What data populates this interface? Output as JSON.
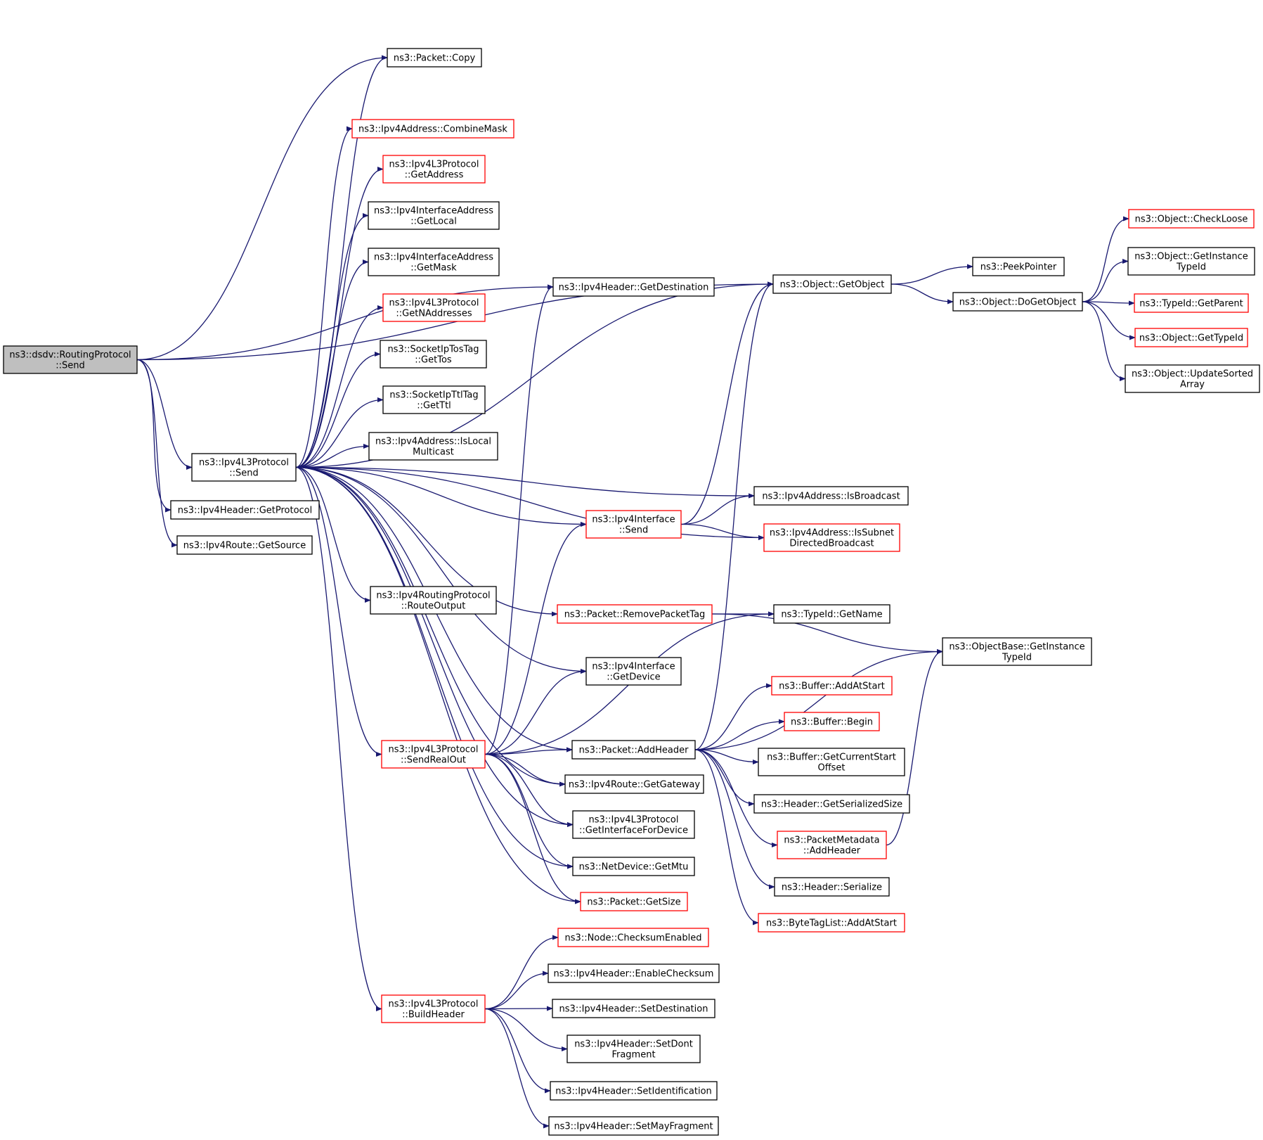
{
  "colors": {
    "edge": "#191970",
    "root_fill": "#bfbfbf",
    "border_complete": "#000000",
    "border_truncated": "#ff0000"
  },
  "nodes": [
    {
      "id": "root",
      "lines": [
        "ns3::dsdv::RoutingProtocol",
        "::Send"
      ],
      "style": "root"
    },
    {
      "id": "l3send",
      "lines": [
        "ns3::Ipv4L3Protocol",
        "::Send"
      ],
      "style": "normal"
    },
    {
      "id": "getproto",
      "lines": [
        "ns3::Ipv4Header::GetProtocol"
      ],
      "style": "normal"
    },
    {
      "id": "getsource",
      "lines": [
        "ns3::Ipv4Route::GetSource"
      ],
      "style": "normal"
    },
    {
      "id": "copy",
      "lines": [
        "ns3::Packet::Copy"
      ],
      "style": "normal"
    },
    {
      "id": "combinemask",
      "lines": [
        "ns3::Ipv4Address::CombineMask"
      ],
      "style": "red"
    },
    {
      "id": "getaddress",
      "lines": [
        "ns3::Ipv4L3Protocol",
        "::GetAddress"
      ],
      "style": "red"
    },
    {
      "id": "getlocal",
      "lines": [
        "ns3::Ipv4InterfaceAddress",
        "::GetLocal"
      ],
      "style": "normal"
    },
    {
      "id": "getmask",
      "lines": [
        "ns3::Ipv4InterfaceAddress",
        "::GetMask"
      ],
      "style": "normal"
    },
    {
      "id": "getnaddr",
      "lines": [
        "ns3::Ipv4L3Protocol",
        "::GetNAddresses"
      ],
      "style": "red"
    },
    {
      "id": "gettos",
      "lines": [
        "ns3::SocketIpTosTag",
        "::GetTos"
      ],
      "style": "normal"
    },
    {
      "id": "getttl",
      "lines": [
        "ns3::SocketIpTtlTag",
        "::GetTtl"
      ],
      "style": "normal"
    },
    {
      "id": "islocalmc",
      "lines": [
        "ns3::Ipv4Address::IsLocal",
        "Multicast"
      ],
      "style": "normal"
    },
    {
      "id": "routeoutput",
      "lines": [
        "ns3::Ipv4RoutingProtocol",
        "::RouteOutput"
      ],
      "style": "normal"
    },
    {
      "id": "sendrealout",
      "lines": [
        "ns3::Ipv4L3Protocol",
        "::SendRealOut"
      ],
      "style": "red"
    },
    {
      "id": "buildheader",
      "lines": [
        "ns3::Ipv4L3Protocol",
        "::BuildHeader"
      ],
      "style": "red"
    },
    {
      "id": "getdest",
      "lines": [
        "ns3::Ipv4Header::GetDestination"
      ],
      "style": "normal"
    },
    {
      "id": "ifsend",
      "lines": [
        "ns3::Ipv4Interface",
        "::Send"
      ],
      "style": "red"
    },
    {
      "id": "removetag",
      "lines": [
        "ns3::Packet::RemovePacketTag"
      ],
      "style": "red"
    },
    {
      "id": "getdevice",
      "lines": [
        "ns3::Ipv4Interface",
        "::GetDevice"
      ],
      "style": "normal"
    },
    {
      "id": "addheader",
      "lines": [
        "ns3::Packet::AddHeader"
      ],
      "style": "normal"
    },
    {
      "id": "getgateway",
      "lines": [
        "ns3::Ipv4Route::GetGateway"
      ],
      "style": "normal"
    },
    {
      "id": "getiffordev",
      "lines": [
        "ns3::Ipv4L3Protocol",
        "::GetInterfaceForDevice"
      ],
      "style": "normal"
    },
    {
      "id": "getmtu",
      "lines": [
        "ns3::NetDevice::GetMtu"
      ],
      "style": "normal"
    },
    {
      "id": "getsize",
      "lines": [
        "ns3::Packet::GetSize"
      ],
      "style": "red"
    },
    {
      "id": "checksum",
      "lines": [
        "ns3::Node::ChecksumEnabled"
      ],
      "style": "red"
    },
    {
      "id": "enablecs",
      "lines": [
        "ns3::Ipv4Header::EnableChecksum"
      ],
      "style": "normal"
    },
    {
      "id": "setdest",
      "lines": [
        "ns3::Ipv4Header::SetDestination"
      ],
      "style": "normal"
    },
    {
      "id": "setdontfrag",
      "lines": [
        "ns3::Ipv4Header::SetDont",
        "Fragment"
      ],
      "style": "normal"
    },
    {
      "id": "setident",
      "lines": [
        "ns3::Ipv4Header::SetIdentification"
      ],
      "style": "normal"
    },
    {
      "id": "setmayfrag",
      "lines": [
        "ns3::Ipv4Header::SetMayFragment"
      ],
      "style": "normal"
    },
    {
      "id": "getobject",
      "lines": [
        "ns3::Object::GetObject"
      ],
      "style": "normal"
    },
    {
      "id": "isbcast",
      "lines": [
        "ns3::Ipv4Address::IsBroadcast"
      ],
      "style": "normal"
    },
    {
      "id": "issubnet",
      "lines": [
        "ns3::Ipv4Address::IsSubnet",
        "DirectedBroadcast"
      ],
      "style": "red"
    },
    {
      "id": "getname",
      "lines": [
        "ns3::TypeId::GetName"
      ],
      "style": "normal"
    },
    {
      "id": "addatstart",
      "lines": [
        "ns3::Buffer::AddAtStart"
      ],
      "style": "red"
    },
    {
      "id": "begin",
      "lines": [
        "ns3::Buffer::Begin"
      ],
      "style": "red"
    },
    {
      "id": "getcurstart",
      "lines": [
        "ns3::Buffer::GetCurrentStart",
        "Offset"
      ],
      "style": "normal"
    },
    {
      "id": "getsersize",
      "lines": [
        "ns3::Header::GetSerializedSize"
      ],
      "style": "normal"
    },
    {
      "id": "pmaddheader",
      "lines": [
        "ns3::PacketMetadata",
        "::AddHeader"
      ],
      "style": "red"
    },
    {
      "id": "serialize",
      "lines": [
        "ns3::Header::Serialize"
      ],
      "style": "normal"
    },
    {
      "id": "btladdatstart",
      "lines": [
        "ns3::ByteTagList::AddAtStart"
      ],
      "style": "red"
    },
    {
      "id": "peekpointer",
      "lines": [
        "ns3::PeekPointer"
      ],
      "style": "normal"
    },
    {
      "id": "dogetobject",
      "lines": [
        "ns3::Object::DoGetObject"
      ],
      "style": "normal"
    },
    {
      "id": "obgetinst",
      "lines": [
        "ns3::ObjectBase::GetInstance",
        "TypeId"
      ],
      "style": "normal"
    },
    {
      "id": "checkloose",
      "lines": [
        "ns3::Object::CheckLoose"
      ],
      "style": "red"
    },
    {
      "id": "getinsttid",
      "lines": [
        "ns3::Object::GetInstance",
        "TypeId"
      ],
      "style": "normal"
    },
    {
      "id": "getparent",
      "lines": [
        "ns3::TypeId::GetParent"
      ],
      "style": "red"
    },
    {
      "id": "gettypeid",
      "lines": [
        "ns3::Object::GetTypeId"
      ],
      "style": "red"
    },
    {
      "id": "updatesorted",
      "lines": [
        "ns3::Object::UpdateSorted",
        "Array"
      ],
      "style": "normal"
    }
  ],
  "edges": [
    [
      "root",
      "copy"
    ],
    [
      "root",
      "getdest"
    ],
    [
      "root",
      "getobject"
    ],
    [
      "root",
      "l3send"
    ],
    [
      "root",
      "getproto"
    ],
    [
      "root",
      "getsource"
    ],
    [
      "l3send",
      "copy"
    ],
    [
      "l3send",
      "combinemask"
    ],
    [
      "l3send",
      "getaddress"
    ],
    [
      "l3send",
      "getlocal"
    ],
    [
      "l3send",
      "getmask"
    ],
    [
      "l3send",
      "getnaddr"
    ],
    [
      "l3send",
      "gettos"
    ],
    [
      "l3send",
      "getttl"
    ],
    [
      "l3send",
      "islocalmc"
    ],
    [
      "l3send",
      "getobject"
    ],
    [
      "l3send",
      "isbcast"
    ],
    [
      "l3send",
      "ifsend"
    ],
    [
      "l3send",
      "issubnet"
    ],
    [
      "l3send",
      "routeoutput"
    ],
    [
      "l3send",
      "removetag"
    ],
    [
      "l3send",
      "getdevice"
    ],
    [
      "l3send",
      "addheader"
    ],
    [
      "l3send",
      "sendrealout"
    ],
    [
      "l3send",
      "getgateway"
    ],
    [
      "l3send",
      "getiffordev"
    ],
    [
      "l3send",
      "getmtu"
    ],
    [
      "l3send",
      "getsize"
    ],
    [
      "l3send",
      "buildheader"
    ],
    [
      "sendrealout",
      "getdest"
    ],
    [
      "sendrealout",
      "ifsend"
    ],
    [
      "sendrealout",
      "getdevice"
    ],
    [
      "sendrealout",
      "addheader"
    ],
    [
      "sendrealout",
      "getgateway"
    ],
    [
      "sendrealout",
      "getiffordev"
    ],
    [
      "sendrealout",
      "getmtu"
    ],
    [
      "sendrealout",
      "getsize"
    ],
    [
      "sendrealout",
      "getname"
    ],
    [
      "buildheader",
      "checksum"
    ],
    [
      "buildheader",
      "enablecs"
    ],
    [
      "buildheader",
      "setdest"
    ],
    [
      "buildheader",
      "setdontfrag"
    ],
    [
      "buildheader",
      "setident"
    ],
    [
      "buildheader",
      "setmayfrag"
    ],
    [
      "ifsend",
      "getobject"
    ],
    [
      "ifsend",
      "isbcast"
    ],
    [
      "ifsend",
      "issubnet"
    ],
    [
      "removetag",
      "getname"
    ],
    [
      "removetag",
      "obgetinst"
    ],
    [
      "addheader",
      "getobject"
    ],
    [
      "addheader",
      "obgetinst"
    ],
    [
      "addheader",
      "addatstart"
    ],
    [
      "addheader",
      "begin"
    ],
    [
      "addheader",
      "getcurstart"
    ],
    [
      "addheader",
      "getsersize"
    ],
    [
      "addheader",
      "pmaddheader"
    ],
    [
      "addheader",
      "serialize"
    ],
    [
      "addheader",
      "btladdatstart"
    ],
    [
      "pmaddheader",
      "obgetinst"
    ],
    [
      "getobject",
      "peekpointer"
    ],
    [
      "getobject",
      "dogetobject"
    ],
    [
      "dogetobject",
      "checkloose"
    ],
    [
      "dogetobject",
      "getinsttid"
    ],
    [
      "dogetobject",
      "getparent"
    ],
    [
      "dogetobject",
      "gettypeid"
    ],
    [
      "dogetobject",
      "updatesorted"
    ]
  ]
}
